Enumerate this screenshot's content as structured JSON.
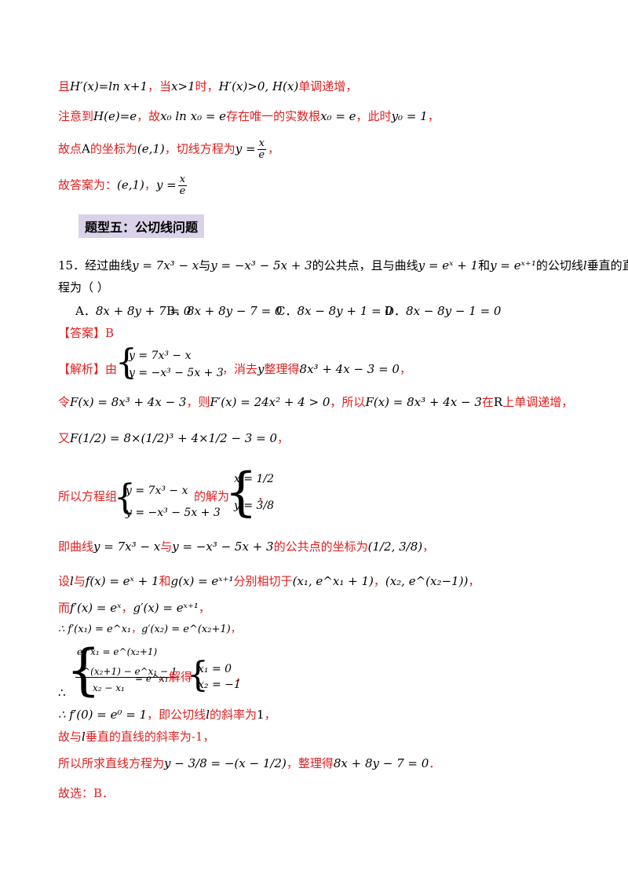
{
  "lines": {
    "l1": {
      "red1": "且",
      "m1": "H′(x)=ln x+1",
      "red2": "，当",
      "m2": "x>1",
      "red3": "时，",
      "m3": "H′(x)>0, H(x)",
      "red4": "单调递增，"
    },
    "l2": {
      "red1": "注意到",
      "m1": "H(e)=e",
      "red2": "，故",
      "m2": "x₀ ln x₀ = e",
      "red3": "存在唯一的实数根",
      "m3": "x₀ = e",
      "red4": "，此时",
      "m4": "y₀ = 1",
      "red5": "，"
    },
    "l3": {
      "red1": "故点",
      "m1": "A",
      "red2": "的坐标为",
      "m2": "(e,1)",
      "red3": "，切线方程为",
      "m3": "y =",
      "frac_n": "x",
      "frac_d": "e",
      "red4": "，"
    },
    "l4": {
      "red1": "故答案为：",
      "m1": "(e,1)",
      "red2": "，",
      "m2": "y =",
      "frac_n": "x",
      "frac_d": "e"
    }
  },
  "section_heading": "题型五：公切线问题",
  "question": {
    "line1_a": "15．经过曲线",
    "line1_m1": "y = 7x³ − x",
    "line1_b": "与",
    "line1_m2": "y = −x³ − 5x + 3",
    "line1_c": "的公共点，且与曲线",
    "line1_m3": "y = eˣ + 1",
    "line1_d": "和",
    "line1_m4": "y = eˣ⁺¹",
    "line1_e": "的公切线",
    "line1_m5": "l",
    "line1_f": "垂直的直线方",
    "line2": "程为（    ）",
    "options": [
      {
        "label": "A．",
        "text": "8x + 8y + 7 = 0"
      },
      {
        "label": "B．",
        "text": "8x + 8y − 7 = 0"
      },
      {
        "label": "C．",
        "text": "8x − 8y + 1 = 0"
      },
      {
        "label": "D．",
        "text": "8x − 8y − 1 = 0"
      }
    ]
  },
  "answer": {
    "label": "【答案】",
    "value": "B"
  },
  "analysis": {
    "label": "【解析】",
    "s1_a": "由",
    "s1_sys1": "y = 7x³ − x",
    "s1_sys2": "y = −x³ − 5x + 3",
    "s1_b": "，消去",
    "s1_m1": "y",
    "s1_c": "整理得",
    "s1_m2": "8x³ + 4x − 3 = 0",
    "s1_d": "，",
    "s2_a": "令",
    "s2_m1": "F(x) = 8x³ + 4x − 3",
    "s2_b": "，则",
    "s2_m2": "F′(x) = 24x² + 4 > 0",
    "s2_c": "，所以",
    "s2_m3": "F(x) = 8x³ + 4x − 3",
    "s2_d": "在",
    "s2_m4": "R",
    "s2_e": "上单调递增，",
    "s3_a": "又",
    "s3_m": "F(1/2) = 8×(1/2)³ + 4×1/2 − 3 = 0",
    "s3_b": "，",
    "s4_a": "所以方程组",
    "s4_sys1": "y = 7x³ − x",
    "s4_sys2": "y = −x³ − 5x + 3",
    "s4_b": "的解为",
    "s4_sol1": "x = 1/2",
    "s4_sol2": "y = 3/8",
    "s4_c": "，",
    "s5_a": "即曲线",
    "s5_m1": "y = 7x³ − x",
    "s5_b": "与",
    "s5_m2": "y = −x³ − 5x + 3",
    "s5_c": "的公共点的坐标为",
    "s5_m3": "(1/2, 3/8)",
    "s5_d": "，",
    "s6_a": "设",
    "s6_m1": "l",
    "s6_b": "与",
    "s6_m2": "f(x) = eˣ + 1",
    "s6_c": "和",
    "s6_m3": "g(x) = eˣ⁺¹",
    "s6_d": "分别相切于",
    "s6_m4": "(x₁, e^x₁ + 1)",
    "s6_e": "，",
    "s6_m5": "(x₂, e^(x₂−1))",
    "s6_f": "，",
    "s7_a": "而",
    "s7_m1": "f′(x) = eˣ",
    "s7_b": "，",
    "s7_m2": "g′(x) = eˣ⁺¹",
    "s7_c": "，",
    "s8_m1": "∴ f′(x₁) = e^x₁",
    "s8_a": "，",
    "s8_m2": "g′(x₂) = e^(x₂+1)",
    "s8_b": "，",
    "s9_therefore": "∴",
    "s9_sys1": "e^x₁ = e^(x₂+1)",
    "s9_sys2_n": "e^(x₂+1) − e^x₁ − 1",
    "s9_sys2_d": "x₂ − x₁",
    "s9_sys2_r": "= e^x₁",
    "s9_a": "，解得",
    "s9_sol1": "x₁ = 0",
    "s9_sol2": "x₂ = −1",
    "s9_b": "，",
    "s10_m1": "∴ f′(0) = e⁰ = 1",
    "s10_a": "，即公切线",
    "s10_m2": "l",
    "s10_b": "的斜率为",
    "s10_m3": "1",
    "s10_c": "，",
    "s11_a": "故与",
    "s11_m": "l",
    "s11_b": "垂直的直线的斜率为-1，",
    "s12_a": "所以所求直线方程为",
    "s12_m1": "y − 3/8 = −(x − 1/2)",
    "s12_b": "，整理得",
    "s12_m2": "8x + 8y − 7 = 0",
    "s12_c": "．",
    "s13": "故选：B．"
  },
  "colors": {
    "accent_red": "#e02020",
    "heading_bg": "#d9d2e9"
  }
}
